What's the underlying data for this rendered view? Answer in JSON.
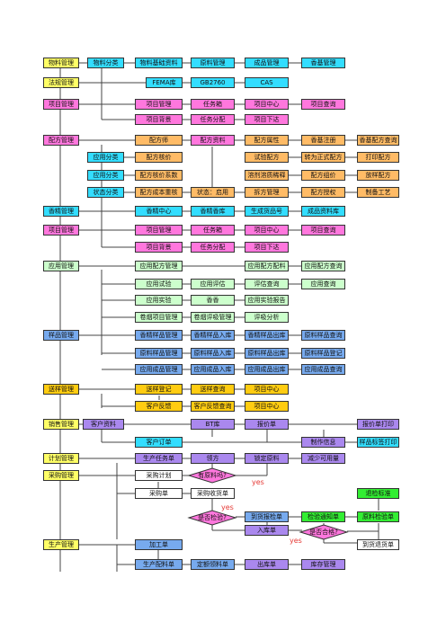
{
  "colors": {
    "yellow": "#ffff66",
    "cyan": "#33ddff",
    "pink": "#ff77dd",
    "orange": "#ffbb66",
    "green": "#ccffcc",
    "blue": "#77aaee",
    "amber": "#ffcc11",
    "brightgreen": "#33ee33",
    "purple": "#aa88ee",
    "line": "#444444",
    "redlabel": "#e53935"
  },
  "modules": {
    "material": "物料管理",
    "regulation": "法规管理",
    "project": "项目管理",
    "formula": "配方管理",
    "flavor": "香精管理",
    "project2": "项目管理",
    "application": "应用管理",
    "sample": "样品管理",
    "delivery": "送样管理",
    "sales": "销售管理",
    "plan": "计划管理",
    "purchase": "采购管理",
    "production": "生产管理"
  },
  "nodes": {
    "material_class": "物料分类",
    "material_basic": "物料基础资料",
    "raw_material_mgmt": "原料管理",
    "product_mgmt": "成品管理",
    "flavor_mgmt": "香基管理",
    "fema": "FEMA库",
    "gb2760": "GB2760",
    "cas": "CAS",
    "project_mgmt": "项目管理",
    "task_box": "任务箱",
    "project_center": "项目中心",
    "project_query": "项目查询",
    "project_bg": "项目背景",
    "task_assign": "任务分配",
    "project_issue": "项目下达",
    "formulator": "配方师",
    "formula_data": "配方资料",
    "formula_attr": "配方属性",
    "base_note": "香基注册",
    "base_formula_query": "香基配方查询",
    "app_class": "应用分类",
    "formula_price": "配方核价",
    "trial_formula": "试验配方",
    "convert_formula": "转为正式配方",
    "print_formula": "打印配方",
    "formula_price_coef": "配方核价系数",
    "solvent_dilute": "溶剂溶质稀释",
    "formula_group": "配方组价",
    "abandon_formula": "放样配方",
    "status_class": "状态分类",
    "formula_cost_accounting": "配方成本重核",
    "status_enable": "状态：启用",
    "split_formula": "拆方管理",
    "formula_auth": "配方授权",
    "process": "制备工艺",
    "flavor_center": "香精中心",
    "flavor_lib": "香精香库",
    "production_no": "生成货品号",
    "product_lib": "成品资料库",
    "pm2_project": "项目管理",
    "pm2_task_box": "任务箱",
    "pm2_center": "项目中心",
    "pm2_query": "项目查询",
    "pm2_bg": "项目背景",
    "pm2_assign": "任务分配",
    "pm2_issue": "项目下达",
    "app_formula_mgmt": "应用配方管理",
    "app_formula_data": "应用配方配料",
    "app_formula_query": "应用配方查询",
    "app_trial": "应用试验",
    "app_eval": "应用评估",
    "eval_query": "评估查询",
    "app_query": "应用查询",
    "app_experiment": "应用实验",
    "fragrance": "香香",
    "app_report": "应用实验报告",
    "cig_project": "卷烟项目管理",
    "cig_eval": "卷烟评吸管理",
    "eval_analysis": "评吸分析",
    "flavor_sample_mgmt": "香精样品管理",
    "flavor_sample_in": "香精样品入库",
    "flavor_sample_out": "香精样品出库",
    "raw_sample_query": "原料样品查询",
    "raw_sample_mgmt": "原料样品管理",
    "raw_sample_in": "原料样品入库",
    "raw_sample_out": "原料样品出库",
    "raw_sample_reg": "原料样品登记",
    "app_product_sample": "应用成品管理",
    "app_product_in": "应用成品入库",
    "app_product_out": "应用成品出库",
    "app_product_query": "应用成品查询",
    "delivery_reg": "送样登记",
    "delivery_query": "送样查询",
    "delivery_center": "项目中心",
    "customer_feedback": "客户反馈",
    "customer_feedback_query": "客户反馈查询",
    "delivery_center2": "项目中心",
    "customer_data": "客户资料",
    "bt_lib": "BT库",
    "quotation": "报价单",
    "quotation_print": "报价单打印",
    "customer_order": "客户订单",
    "make_info": "制作信息",
    "product_label_print": "样品标签打印",
    "production_task": "生产任务单",
    "formula_sheet": "领方",
    "lock_raw": "锁定原料",
    "reduce_available": "减少可用量",
    "has_raw": "有原料吗?",
    "purchase_plan": "采购计划",
    "purchase_order": "采购单",
    "purchase_receipt": "采购收货单",
    "reject_label": "退检标准",
    "need_inspect": "是否检验?",
    "arrival_inspect": "到货报检单",
    "inspect_notice": "检验通知单",
    "material_inspect": "原料检验单",
    "in_stock": "入库单",
    "qualified": "是否合格?",
    "return_order": "到货退货单",
    "processing": "加工单",
    "produce_material": "生产配料单",
    "fixed_material": "定额领料单",
    "out_stock": "出库单",
    "inventory_mgmt": "库存管理"
  },
  "labels": {
    "yes1": "yes",
    "yes2": "yes",
    "yes3": "yes"
  }
}
